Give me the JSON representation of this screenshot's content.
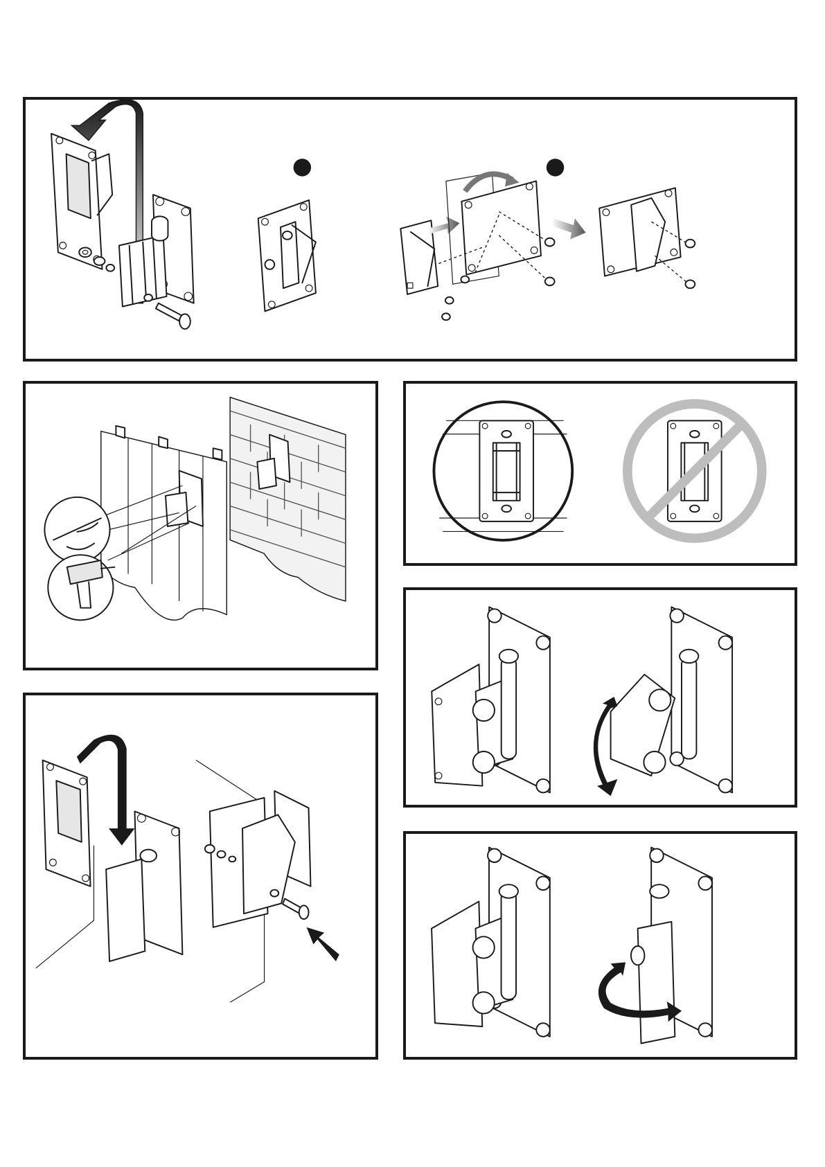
{
  "colors": {
    "stroke": "#1a1a1a",
    "paper": "#ffffff",
    "arrow_gray": "#8a8a8a",
    "prohibit_gray": "#bdbdbd"
  },
  "panels": [
    {
      "id": "step-1",
      "icons": [
        "curved-arrow-icon",
        "straight-arrow-icon",
        "step-marker-dot-icon",
        "step-marker-dot-icon"
      ]
    },
    {
      "id": "step-2",
      "icons": [
        "pencil-marking-icon",
        "drill-icon"
      ]
    },
    {
      "id": "step-3",
      "icons": [
        "magnifier-correct-icon",
        "prohibited-icon"
      ]
    },
    {
      "id": "step-4",
      "icons": [
        "tilt-arrow-icon"
      ]
    },
    {
      "id": "step-5",
      "icons": [
        "curved-arrow-icon",
        "insert-arrow-icon"
      ]
    },
    {
      "id": "step-6",
      "icons": [
        "rotate-arrow-icon"
      ]
    }
  ]
}
